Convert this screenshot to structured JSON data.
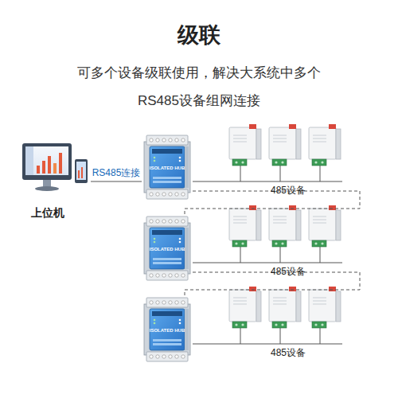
{
  "diagram": {
    "title": "级联",
    "caption": "可多个设备级联使用，解决大系统中多个 RS485设备组网连接",
    "nodes": [
      {
        "text": [
          "上位机"
        ]
      },
      {
        "text": [
          "ISOLATED HUB"
        ]
      },
      {
        "text": [
          "485设备"
        ]
      },
      {
        "text": [
          "ISOLATED HUB"
        ]
      },
      {
        "text": [
          "485设备"
        ]
      },
      {
        "text": [
          "ISOLATED HUB"
        ]
      },
      {
        "text": [
          "485设备"
        ]
      }
    ],
    "edges": [
      {
        "from": 0,
        "to": 1,
        "label": "RS485连接",
        "arrow": "none"
      },
      {
        "from": 1,
        "to": 2,
        "arrow": "none"
      },
      {
        "from": 1,
        "to": 3,
        "arrow": "none"
      },
      {
        "from": 3,
        "to": 4,
        "arrow": "none"
      },
      {
        "from": 3,
        "to": 5,
        "arrow": "none"
      },
      {
        "from": 5,
        "to": 6,
        "arrow": "none"
      }
    ]
  }
}
